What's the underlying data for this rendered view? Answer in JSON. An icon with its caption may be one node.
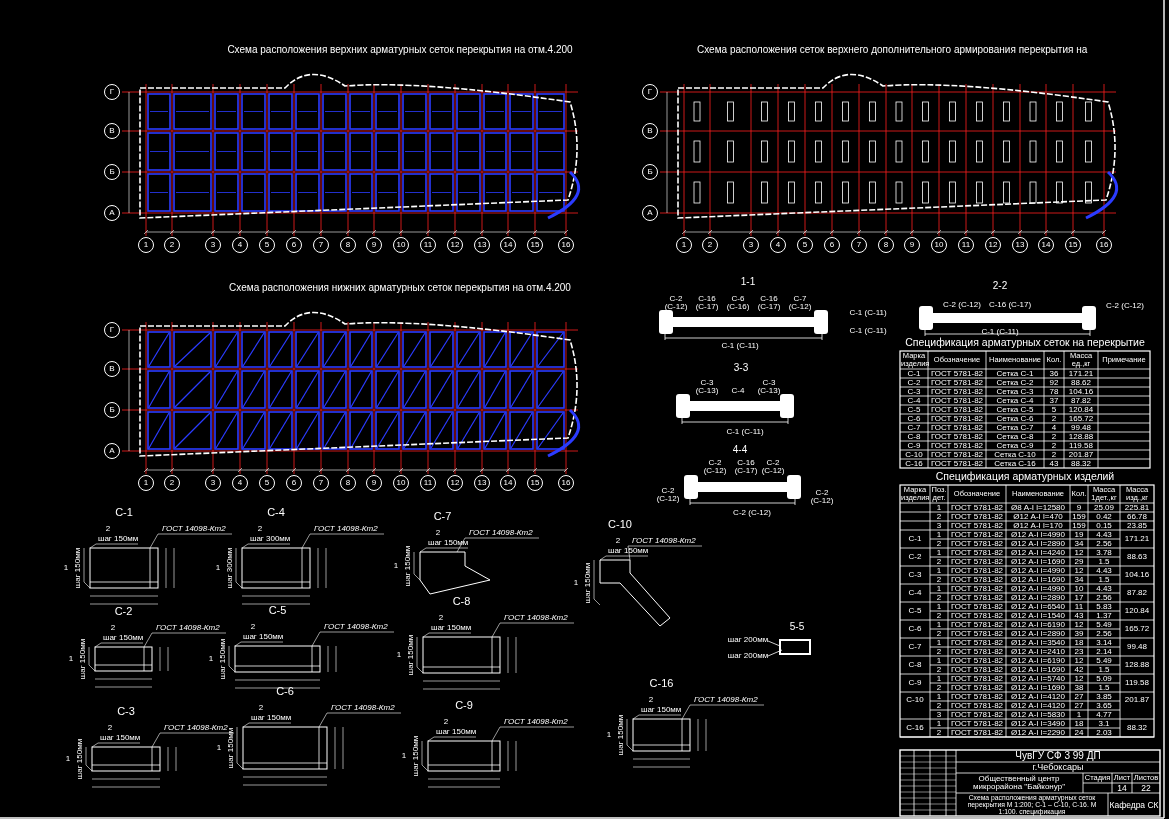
{
  "diagram": {
    "labels": [
      "Схема расположения верхних арматурных сеток перекрытия на отм.4.200",
      "Г",
      "В",
      "Б",
      "А",
      "1",
      "2",
      "3",
      "4",
      "5",
      "6",
      "7",
      "8",
      "9",
      "10",
      "11",
      "12",
      "13",
      "14",
      "15",
      "16",
      "Схема расположения сеток верхнего дополнительного армирования перекрытия на",
      "Г",
      "В",
      "Б",
      "А",
      "1",
      "2",
      "3",
      "4",
      "5",
      "6",
      "7",
      "8",
      "9",
      "10",
      "11",
      "12",
      "13",
      "14",
      "15",
      "16",
      "Схема расположения нижних арматурных сеток перекрытия на отм.4.200",
      "Г",
      "В",
      "Б",
      "А",
      "1",
      "2",
      "3",
      "4",
      "5",
      "6",
      "7",
      "8",
      "9",
      "10",
      "11",
      "12",
      "13",
      "14",
      "15",
      "16",
      "1-1",
      "С-2 (С-12)",
      "С-16 (С-17)",
      "С-6 (С-16)",
      "С-16 (С-17)",
      "С-7 (С-12)",
      "С-1 (С-11)",
      "С-1 (С-11)",
      "С-1 (С-11)",
      "2-2",
      "С-2 (С-12)",
      "С-16 (С-17)",
      "С-1 (С-11)",
      "С-2 (С-12)",
      "3-3",
      "С-3 (С-13)",
      "С-4",
      "С-3 (С-13)",
      "С-1 (С-11)",
      "4-4",
      "С-2 (С-12)",
      "С-16 (С-17)",
      "С-2 (С-12)",
      "С-2 (С-12)",
      "С-2 (С-12)",
      "С-2 (С-12)",
      "5-5",
      "шаг 200мм",
      "шаг 200мм",
      "С-1",
      "2",
      "ГОСТ 14098-Кт2",
      "шаг 150мм",
      "1",
      "шаг 150мм",
      "С-4",
      "2",
      "ГОСТ 14098-Кт2",
      "шаг 300мм",
      "1",
      "шаг 300мм",
      "С-7",
      "2",
      "ГОСТ 14098-Кт2",
      "шаг 150мм",
      "1",
      "шаг 150мм",
      "С-10",
      "2",
      "ГОСТ 14098-Кт2",
      "шаг 150мм",
      "1",
      "шаг 150мм",
      "С-2",
      "2",
      "ГОСТ 14098-Кт2",
      "шаг 150мм",
      "1",
      "шаг 150мм",
      "С-5",
      "2",
      "ГОСТ 14098-Кт2",
      "шаг 150мм",
      "1",
      "шаг 150мм",
      "С-8",
      "2",
      "ГОСТ 14098-Кт2",
      "шаг 150мм",
      "1",
      "шаг 150мм",
      "С-3",
      "2",
      "ГОСТ 14098-Кт2",
      "шаг 150мм",
      "1",
      "шаг 150мм",
      "С-6",
      "2",
      "ГОСТ 14098-Кт2",
      "шаг 150мм",
      "1",
      "шаг 150мм",
      "С-9",
      "2",
      "ГОСТ 14098-Кт2",
      "шаг 150мм",
      "1",
      "шаг 150мм",
      "С-16",
      "2",
      "ГОСТ 14098-Кт2",
      "шаг 150мм",
      "1",
      "шаг 150мм",
      "Спецификация арматурных сеток на перекрытие",
      "Марка изделия",
      "Обозначение",
      "Наименование",
      "Кол.",
      "Масса ед.,кг",
      "Примечание",
      "С-1",
      "ГОСТ 5781-82",
      "Сетка С-1",
      "36",
      "171.21",
      "С-2",
      "ГОСТ 5781-82",
      "Сетка С-2",
      "92",
      "88.62",
      "С-3",
      "ГОСТ 5781-82",
      "Сетка С-3",
      "78",
      "104.16",
      "С-4",
      "ГОСТ 5781-82",
      "Сетка С-4",
      "37",
      "87.82",
      "С-5",
      "ГОСТ 5781-82",
      "Сетка С-5",
      "5",
      "120.84",
      "С-6",
      "ГОСТ 5781-82",
      "Сетка С-6",
      "2",
      "165.72",
      "С-7",
      "ГОСТ 5781-82",
      "Сетка С-7",
      "4",
      "99.48",
      "С-8",
      "ГОСТ 5781-82",
      "Сетка С-8",
      "2",
      "128.88",
      "С-9",
      "ГОСТ 5781-82",
      "Сетка С-9",
      "2",
      "119.58",
      "С-10",
      "ГОСТ 5781-82",
      "Сетка С-10",
      "2",
      "201.87",
      "С-16",
      "ГОСТ 5781-82",
      "Сетка С-16",
      "43",
      "88.32",
      "Спецификация арматурных изделий",
      "Марка изделия",
      "Поз. дет.",
      "Обозначение",
      "Наименование",
      "Кол.",
      "Масса 1дет.,кг",
      "Масса изд.,кг",
      "1",
      "ГОСТ 5781-82",
      "Ø8 А-I l=12580",
      "9",
      "25.09",
      "225.81",
      "2",
      "ГОСТ 5781-82",
      "Ø12 А-I l=470",
      "159",
      "0.42",
      "66.78",
      "3",
      "ГОСТ 5781-82",
      "Ø12 А-I l=170",
      "159",
      "0.15",
      "23.85",
      "С-1",
      "1",
      "ГОСТ 5781-82",
      "Ø12 А-I l=4990",
      "19",
      "4.43",
      "171.21",
      "2",
      "ГОСТ 5781-82",
      "Ø12 А-I l=2890",
      "34",
      "2.56",
      "С-2",
      "1",
      "ГОСТ 5781-82",
      "Ø12 А-I l=4240",
      "12",
      "3.78",
      "88.63",
      "2",
      "ГОСТ 5781-82",
      "Ø12 А-I l=1690",
      "29",
      "1.5",
      "С-3",
      "1",
      "ГОСТ 5781-82",
      "Ø12 А-I l=4990",
      "12",
      "4.43",
      "104.16",
      "2",
      "ГОСТ 5781-82",
      "Ø12 А-I l=1690",
      "34",
      "1.5",
      "С-4",
      "1",
      "ГОСТ 5781-82",
      "Ø12 А-I l=4990",
      "10",
      "4.43",
      "87.82",
      "2",
      "ГОСТ 5781-82",
      "Ø12 А-I l=2890",
      "17",
      "2.56",
      "С-5",
      "1",
      "ГОСТ 5781-82",
      "Ø12 А-I l=6540",
      "11",
      "5.83",
      "120.84",
      "2",
      "ГОСТ 5781-82",
      "Ø12 А-I l=1540",
      "43",
      "1.37",
      "С-6",
      "1",
      "ГОСТ 5781-82",
      "Ø12 А-I l=6190",
      "12",
      "5.49",
      "165.72",
      "2",
      "ГОСТ 5781-82",
      "Ø12 А-I l=2890",
      "39",
      "2.56",
      "С-7",
      "1",
      "ГОСТ 5781-82",
      "Ø12 А-I l=3540",
      "18",
      "3.14",
      "99.48",
      "2",
      "ГОСТ 5781-82",
      "Ø12 А-I l=2410",
      "23",
      "2.14",
      "С-8",
      "1",
      "ГОСТ 5781-82",
      "Ø12 А-I l=6190",
      "12",
      "5.49",
      "128.88",
      "2",
      "ГОСТ 5781-82",
      "Ø12 А-I l=1690",
      "42",
      "1.5",
      "С-9",
      "1",
      "ГОСТ 5781-82",
      "Ø12 А-I l=5740",
      "12",
      "5.09",
      "119.58",
      "2",
      "ГОСТ 5781-82",
      "Ø12 А-I l=1690",
      "38",
      "1.5",
      "С-10",
      "1",
      "ГОСТ 5781-82",
      "Ø12 А-I l=4120",
      "27",
      "3.85",
      "201.87",
      "2",
      "ГОСТ 5781-82",
      "Ø12 А-I l=4120",
      "27",
      "3.65",
      "3",
      "ГОСТ 5781-82",
      "Ø12 А-I l=5830",
      "1",
      "4.77",
      "С-16",
      "1",
      "ГОСТ 5781-82",
      "Ø12 А-I l=3490",
      "18",
      "3.1",
      "88.32",
      "2",
      "ГОСТ 5781-82",
      "Ø12 А-I l=2290",
      "24",
      "2.03",
      "ЧувГУ СФ 3 99 ДП",
      "г.Чебоксары",
      "Общественный центр микрорайона \"Байконур\"",
      "Стадия",
      "Лист",
      "Листов",
      "14",
      "22",
      "Схема расположения арматурных сеток перекрытия М 1:200; С-1 – С-10, С-16. М 1:100. спецификация",
      "Кафедра СК"
    ]
  }
}
